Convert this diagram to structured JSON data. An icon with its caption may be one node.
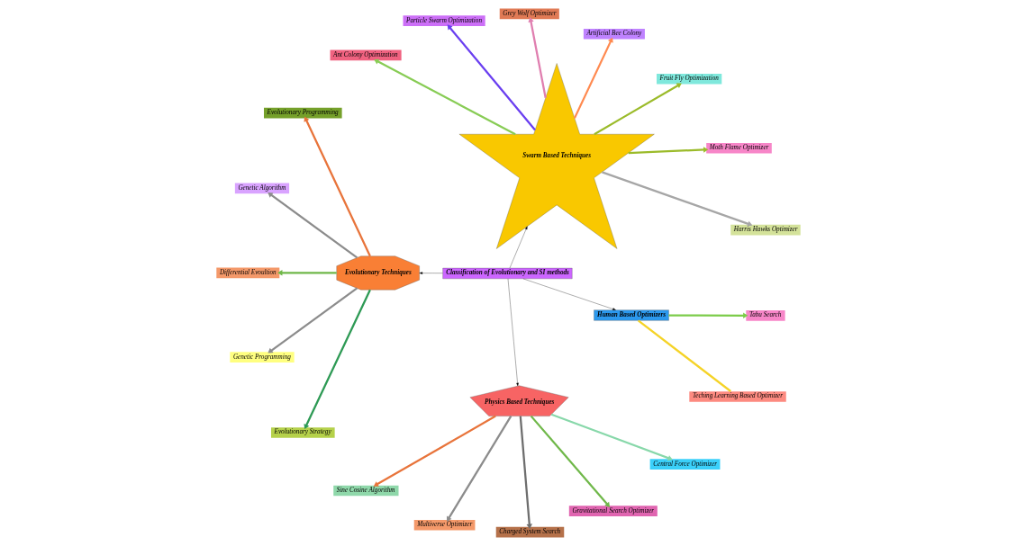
{
  "diagram": {
    "nodes": [
      {
        "text": [
          "Classification of Evolutionary and SI methods"
        ]
      },
      {
        "text": [
          "Swarm Based Techniques"
        ]
      },
      {
        "text": [
          "Evolutionary Techniques"
        ]
      },
      {
        "text": [
          "Physics Based Techniques"
        ]
      },
      {
        "text": [
          "Human Based Optimizers"
        ]
      },
      {
        "text": [
          "Harris Hawks Optimizer"
        ]
      },
      {
        "text": [
          "Moth Flame Optimizer"
        ]
      },
      {
        "text": [
          "Fruit Fly Optimization"
        ]
      },
      {
        "text": [
          "Artificial Bee Colony"
        ]
      },
      {
        "text": [
          "Grey Wolf Optimizer"
        ]
      },
      {
        "text": [
          "Particle Swarm Optimization"
        ]
      },
      {
        "text": [
          "Ant Colony Optimization"
        ]
      },
      {
        "text": [
          "Evolutionary Programming"
        ]
      },
      {
        "text": [
          "Genetic Algorithm"
        ]
      },
      {
        "text": [
          "Differential Evoultion"
        ]
      },
      {
        "text": [
          "Genetic Programming"
        ]
      },
      {
        "text": [
          "Evolutionary Strategy"
        ]
      },
      {
        "text": [
          "Sine Cosine Algorithm"
        ]
      },
      {
        "text": [
          "Multiverse Optimizer"
        ]
      },
      {
        "text": [
          "Charged System Search"
        ]
      },
      {
        "text": [
          "Gravitational Search Optimizer"
        ]
      },
      {
        "text": [
          "Central Force Optimizer"
        ]
      },
      {
        "text": [
          "Teching Learning Based Optimizer"
        ]
      },
      {
        "text": [
          "Tabu Search"
        ]
      }
    ],
    "edges": [
      {
        "from": 0,
        "to": 1,
        "arrow": "to",
        "color": "#000000"
      },
      {
        "from": 0,
        "to": 2,
        "arrow": "to",
        "color": "#000000"
      },
      {
        "from": 0,
        "to": 3,
        "arrow": "to",
        "color": "#000000"
      },
      {
        "from": 0,
        "to": 4,
        "arrow": "to",
        "color": "#000000"
      },
      {
        "from": 1,
        "to": 5,
        "arrow": "to",
        "color": "#a6a6a6"
      },
      {
        "from": 1,
        "to": 6,
        "arrow": "to",
        "color": "#9bbb2a"
      },
      {
        "from": 1,
        "to": 7,
        "arrow": "to",
        "color": "#9bbb2a"
      },
      {
        "from": 1,
        "to": 8,
        "arrow": "to",
        "color": "#ff8a50"
      },
      {
        "from": 1,
        "to": 9,
        "arrow": "to",
        "color": "#e07fb0"
      },
      {
        "from": 1,
        "to": 10,
        "arrow": "to",
        "color": "#6a3ff0"
      },
      {
        "from": 1,
        "to": 11,
        "arrow": "to",
        "color": "#88cc55"
      },
      {
        "from": 2,
        "to": 12,
        "arrow": "to",
        "color": "#e8743b"
      },
      {
        "from": 2,
        "to": 13,
        "arrow": "to",
        "color": "#8c8c8c"
      },
      {
        "from": 2,
        "to": 14,
        "arrow": "to",
        "color": "#70b84a"
      },
      {
        "from": 2,
        "to": 15,
        "arrow": "to",
        "color": "#8c8c8c"
      },
      {
        "from": 2,
        "to": 16,
        "arrow": "to",
        "color": "#2e9a55"
      },
      {
        "from": 3,
        "to": 17,
        "arrow": "to",
        "color": "#e8743b"
      },
      {
        "from": 3,
        "to": 18,
        "arrow": "to",
        "color": "#8c8c8c"
      },
      {
        "from": 3,
        "to": 19,
        "arrow": "to",
        "color": "#6e6e6e"
      },
      {
        "from": 3,
        "to": 20,
        "arrow": "to",
        "color": "#70b84a"
      },
      {
        "from": 3,
        "to": 21,
        "arrow": "to",
        "color": "#88d8aa"
      },
      {
        "from": 4,
        "to": 22,
        "arrow": "none",
        "color": "#f5d327"
      },
      {
        "from": 4,
        "to": 23,
        "arrow": "to",
        "color": "#7ccc4a"
      }
    ]
  }
}
